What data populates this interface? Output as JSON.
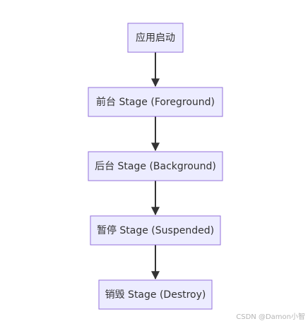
{
  "flowchart": {
    "nodes": [
      {
        "id": "launch",
        "label": "应用启动"
      },
      {
        "id": "foreground",
        "label": "前台 Stage (Foreground)"
      },
      {
        "id": "background",
        "label": "后台 Stage (Background)"
      },
      {
        "id": "suspended",
        "label": "暂停 Stage (Suspended)"
      },
      {
        "id": "destroy",
        "label": "销毁 Stage (Destroy)"
      }
    ],
    "edges": [
      {
        "from": "launch",
        "to": "foreground"
      },
      {
        "from": "foreground",
        "to": "background"
      },
      {
        "from": "background",
        "to": "suspended"
      },
      {
        "from": "suspended",
        "to": "destroy"
      }
    ],
    "colors": {
      "node_fill": "#ECECFF",
      "node_stroke": "#9370DB",
      "edge": "#333333",
      "text": "#333333"
    }
  },
  "watermark": "CSDN @Damon小智"
}
